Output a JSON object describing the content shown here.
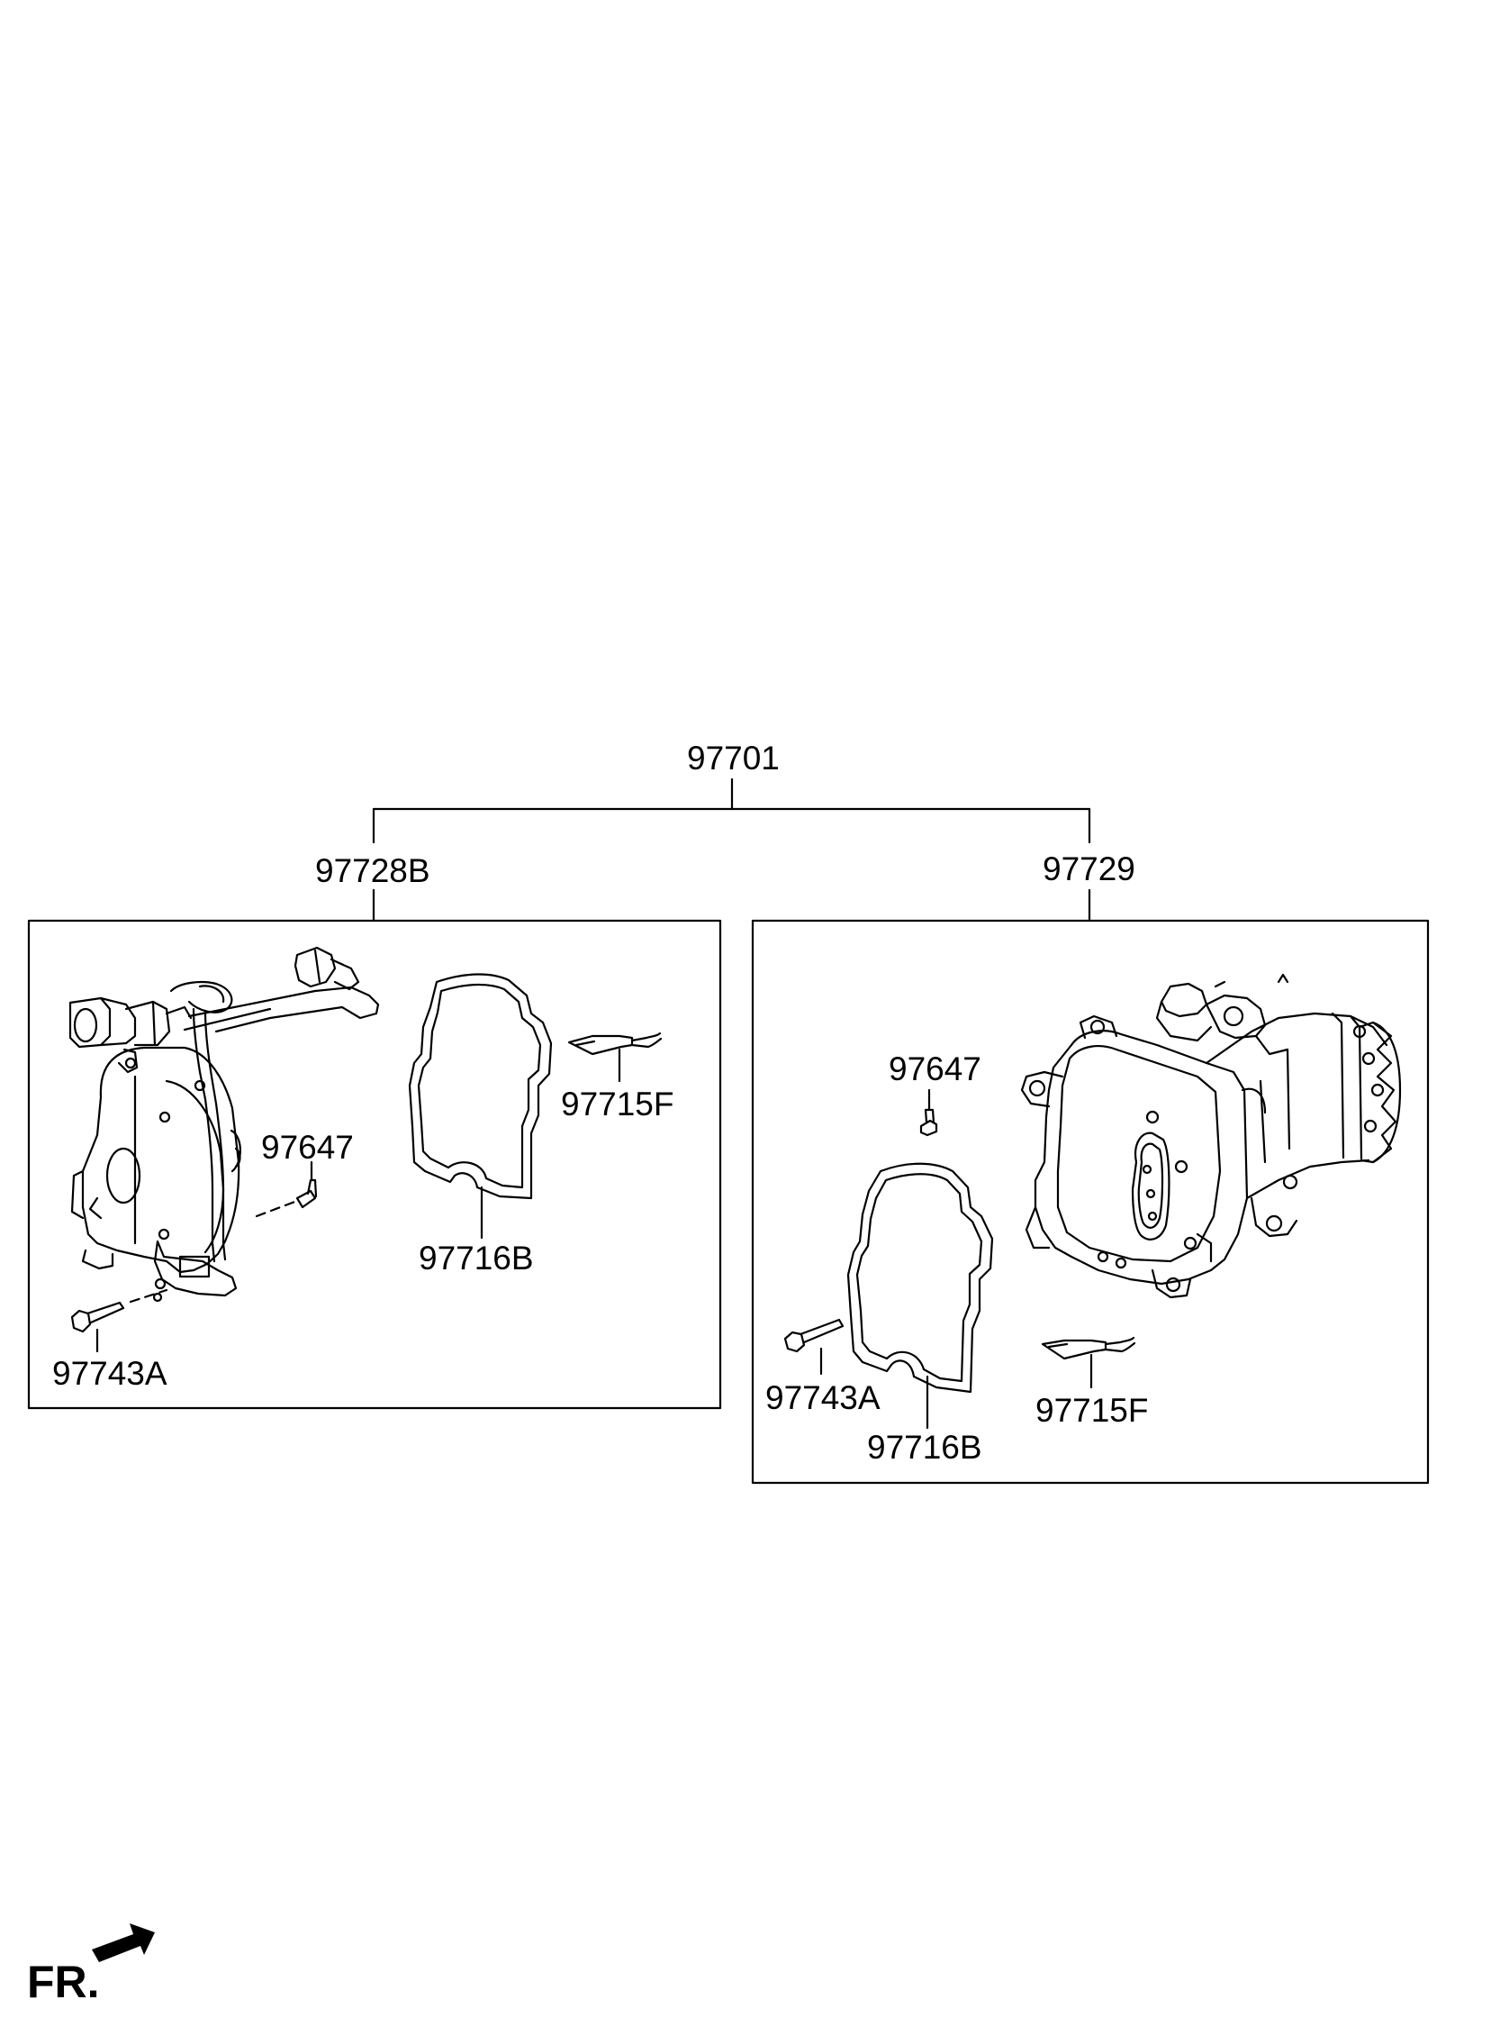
{
  "assembly": {
    "part_no": "97701"
  },
  "left_kit": {
    "part_no": "97728B",
    "parts": {
      "bolt_small": "97647",
      "gasket": "97716B",
      "sealant": "97715F",
      "bolt_long": "97743A"
    }
  },
  "right_kit": {
    "part_no": "97729",
    "parts": {
      "bolt_small": "97647",
      "gasket": "97716B",
      "sealant": "97715F",
      "bolt_long": "97743A"
    }
  },
  "front_indicator": {
    "label": "FR."
  }
}
